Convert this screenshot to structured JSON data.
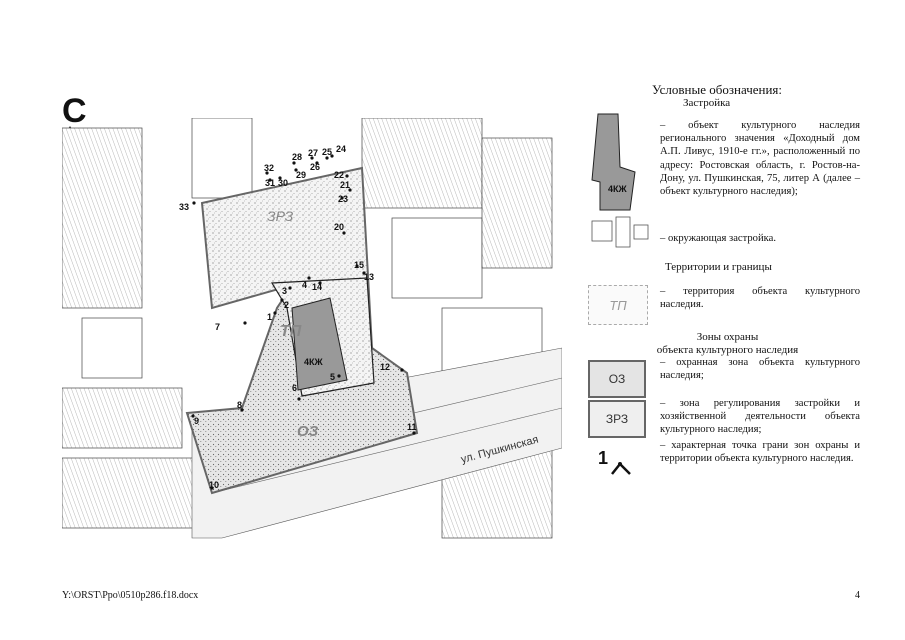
{
  "map": {
    "north_label": "С",
    "zone_labels": {
      "zrz": "ЗРЗ",
      "tp": "ТП",
      "oz": "ОЗ",
      "building": "4КЖ"
    },
    "street_label": "ул. Пушкинская",
    "points": [
      "1",
      "2",
      "3",
      "4",
      "5",
      "6",
      "7",
      "8",
      "9",
      "10",
      "11",
      "12",
      "13",
      "14",
      "15",
      "20",
      "21",
      "22",
      "23",
      "24",
      "25",
      "26",
      "27",
      "28",
      "29",
      "30",
      "31",
      "32",
      "33"
    ]
  },
  "legend": {
    "title": "Условные обозначения:",
    "section_building": "Застройка",
    "item_heritage": "– объект культурного наследия регионального значения «Доходный дом А.П. Ливус, 1910-е гг.», расположенный по адресу: Ростовская область, г. Ростов-на-Дону, ул. Пушкинская, 75, литер А (далее – объект культурного наследия);",
    "item_surrounding": "– окружающая застройка.",
    "section_territory": "Территории и границы",
    "item_territory": "– территория объекта культурного наследия.",
    "section_zones": "Зоны охраны\nобъекта культурного наследия",
    "item_oz": "– охранная зона объекта культурного наследия;",
    "item_zrz": "– зона регулирования застройки и хозяйственной деятельности объекта культурного наследия;",
    "item_point": "– характерная точка грани зон охраны и территории объекта культурного наследия.",
    "sym_heritage": "4КЖ",
    "sym_tp": "ТП",
    "sym_oz": "ОЗ",
    "sym_zrz": "ЗРЗ",
    "sym_point": "1"
  },
  "footer": {
    "path": "Y:\\ORST\\Ppo\\0510p286.f18.docx",
    "page": "4"
  }
}
